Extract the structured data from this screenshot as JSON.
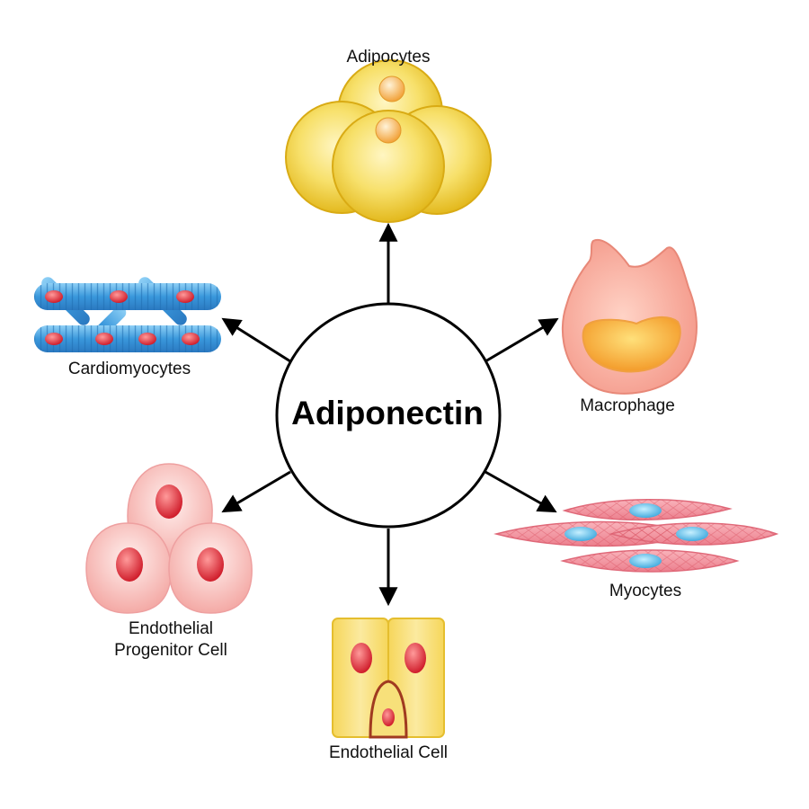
{
  "center": {
    "label": "Adiponectin"
  },
  "targets": {
    "adipocytes": "Adipocytes",
    "macrophage": "Macrophage",
    "myocytes": "Myocytes",
    "endothelial_cell": "Endothelial Cell",
    "endothelial_progenitor_line1": "Endothelial",
    "endothelial_progenitor_line2": "Progenitor Cell",
    "cardiomyocytes": "Cardiomyocytes"
  },
  "colors": {
    "outline": "#000000",
    "adipocyte": "#f2d53a",
    "macrophage": "#f6a89a",
    "myocyte": "#f08a98",
    "myocyte_nucleus": "#6cc4ea",
    "endothelial_cell": "#f7e27a",
    "progenitor_cell": "#f7c3c3",
    "nucleus_red": "#e0303a",
    "cardiomyocyte": "#4aa3e0"
  },
  "icons": [
    "adipocyte-cluster-icon",
    "macrophage-icon",
    "myocyte-bundle-icon",
    "endothelial-cell-icon",
    "progenitor-cell-cluster-icon",
    "cardiomyocyte-fiber-icon"
  ]
}
